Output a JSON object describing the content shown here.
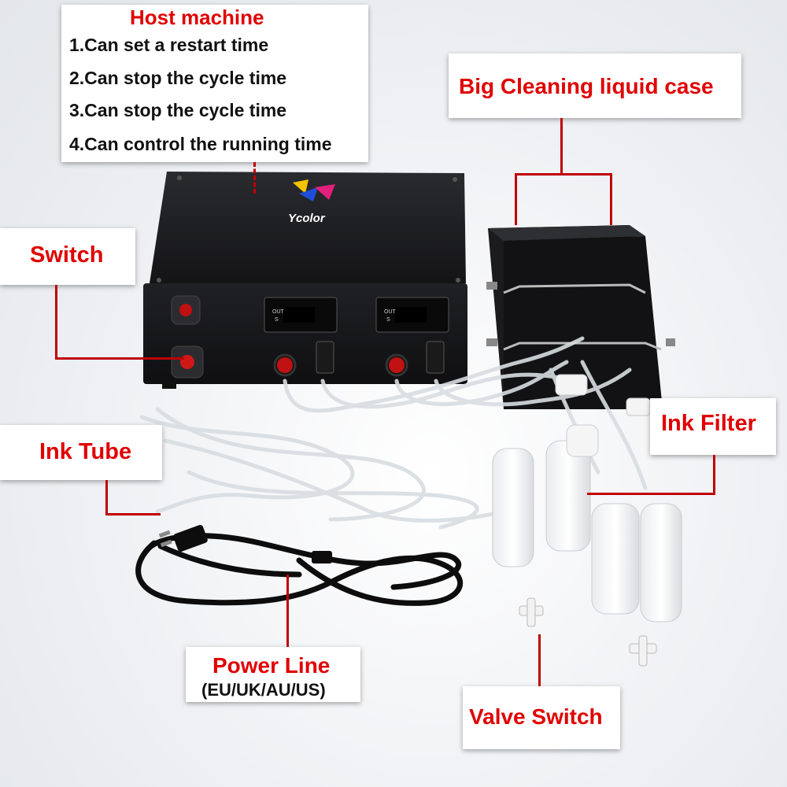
{
  "host_machine": {
    "title": "Host machine",
    "features": [
      "1.Can set a restart time",
      "2.Can stop the cycle time",
      "3.Can stop the cycle time",
      "4.Can control the running time"
    ]
  },
  "labels": {
    "cleaning_case": "Big Cleaning liquid case",
    "switch": "Switch",
    "ink_tube": "Ink Tube",
    "ink_filter": "Ink Filter",
    "power_line": "Power Line",
    "power_line_regions": "(EU/UK/AU/US)",
    "valve_switch": "Valve Switch"
  },
  "device": {
    "brand": "Ycolor",
    "controller_out": "OUT",
    "controller_s": "S"
  },
  "colors": {
    "label_text": "#e00000",
    "leader_line": "#c00000",
    "device_body": "#1a1a1c"
  }
}
